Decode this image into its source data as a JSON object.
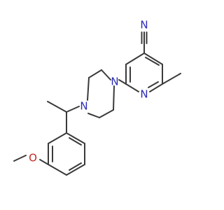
{
  "structure": {
    "atoms": {
      "nitrile_n": "N",
      "pyridine_n": "N",
      "piperazine_n1": "N",
      "piperazine_n4": "N",
      "methoxy_o": "O"
    },
    "colors": {
      "bond": "#3a3a3a",
      "nitrogen": "#2a2ab8",
      "oxygen": "#c62828",
      "background": "#ffffff"
    }
  }
}
